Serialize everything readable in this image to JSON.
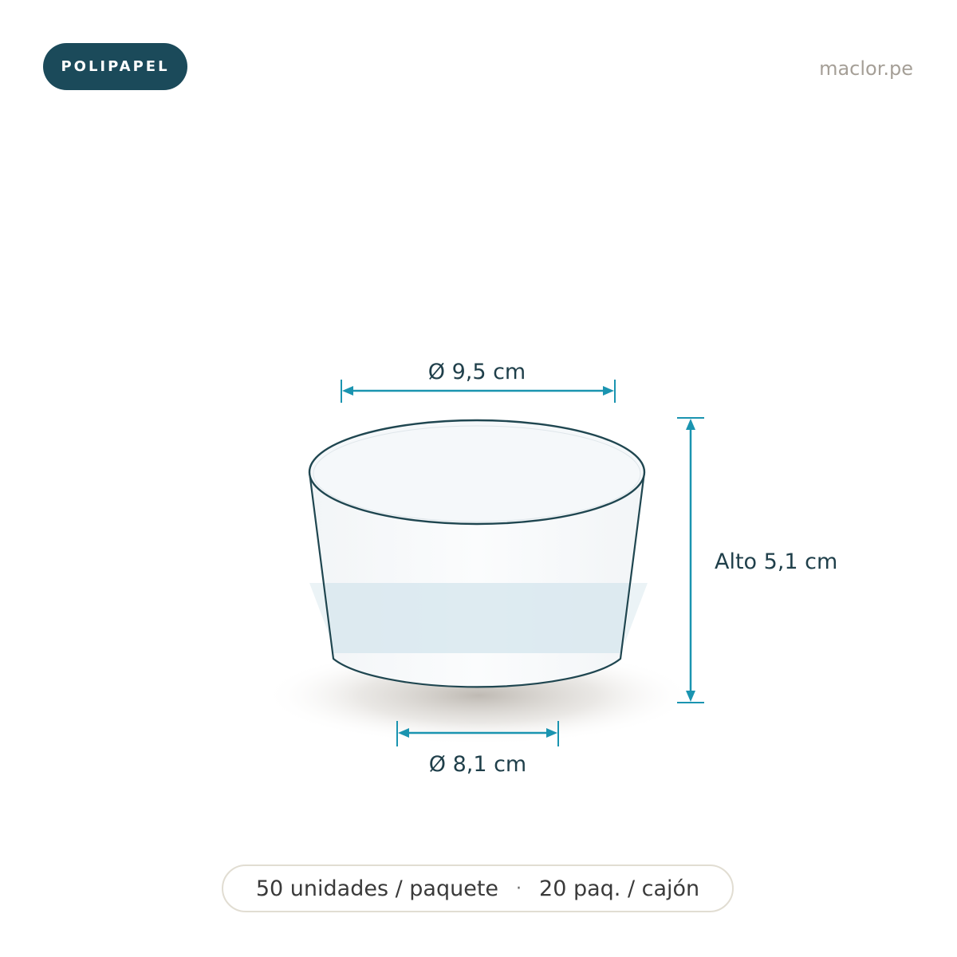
{
  "brand": {
    "badge": "POLIPAPEL",
    "site": "maclor.pe"
  },
  "dimensions": {
    "top_diameter": "Ø 9,5 cm",
    "bottom_diameter": "Ø 8,1 cm",
    "height": "Alto 5,1 cm"
  },
  "packaging": {
    "units": "50 unidades / paquete",
    "separator": "·",
    "case": "20 paq. / cajón"
  },
  "colors": {
    "badge_bg": "#1b4a5a",
    "dimension_arrow": "#1a94b0",
    "outline": "#1f4650",
    "label_text": "#1f3f4a",
    "band": "#d8e8ef"
  }
}
